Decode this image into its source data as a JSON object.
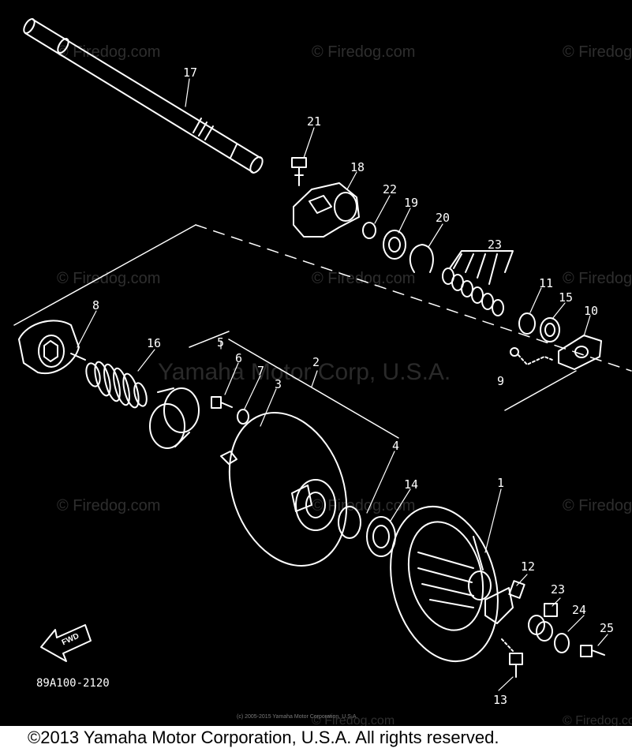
{
  "watermark": "© Firedog.com",
  "watermark_center": "Yamaha Motor Corp, U.S.A.",
  "diagram_code": "89A100-2120",
  "fwd_label": "FWD",
  "small_copyright": "(c) 2005-2015 Yamaha Motor Corporation, U.S.A.",
  "footer_copyright": "©2013 Yamaha Motor Corporation, U.S.A. All rights reserved.",
  "part_labels": {
    "p1": "1",
    "p2": "2",
    "p3": "3",
    "p4": "4",
    "p5": "5",
    "p6": "6",
    "p7": "7",
    "p8": "8",
    "p9": "9",
    "p10": "10",
    "p11": "11",
    "p12": "12",
    "p13": "13",
    "p14": "14",
    "p15": "15",
    "p16": "16",
    "p17": "17",
    "p18": "18",
    "p19": "19",
    "p20": "20",
    "p21": "21",
    "p22": "22",
    "p23a": "23",
    "p23b": "23",
    "p24": "24",
    "p25": "25"
  },
  "colors": {
    "background": "#000000",
    "lines": "#ffffff",
    "watermark": "#2e2e2e",
    "footer_bg": "#ffffff"
  }
}
